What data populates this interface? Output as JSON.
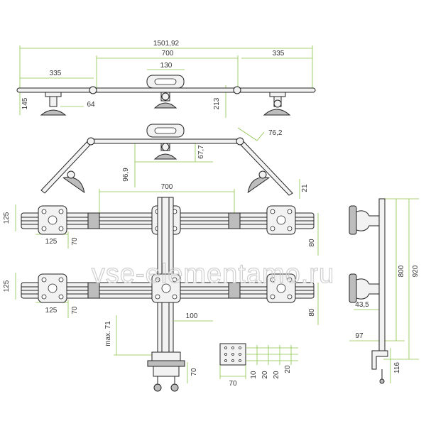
{
  "colors": {
    "dimension": "#8bc34a",
    "outline": "#222222",
    "text": "#333333",
    "watermark": "#cfcfcf"
  },
  "watermark": "vse-elementamo.ru",
  "top_view": {
    "overall": "1501,92",
    "center_span": "700",
    "right_span": "335",
    "left_span": "335",
    "handle_width": "130",
    "left_height": "145",
    "left_offset": "64",
    "right_height": "213"
  },
  "angled_view": {
    "segment": "76,2",
    "center_drop": "67,7",
    "left_drop": "96,9",
    "tip": "21"
  },
  "front_view_upper": {
    "span": "700",
    "vesa_height": "125",
    "vesa_width": "125",
    "plate_offset": "70",
    "beam_height": "80"
  },
  "front_view_lower": {
    "vesa_height": "125",
    "vesa_width": "125",
    "plate_offset": "70",
    "beam_height": "80",
    "pole_gap": "100",
    "clamp_max": "max. 71",
    "clamp_depth": "70"
  },
  "clamp_detail": {
    "width": "70",
    "gaps": [
      "10",
      "20",
      "20",
      "20"
    ]
  },
  "side_view": {
    "overall": "920",
    "upper": "800",
    "arm_depth": "43,5",
    "clamp_width": "97",
    "base": "116"
  }
}
